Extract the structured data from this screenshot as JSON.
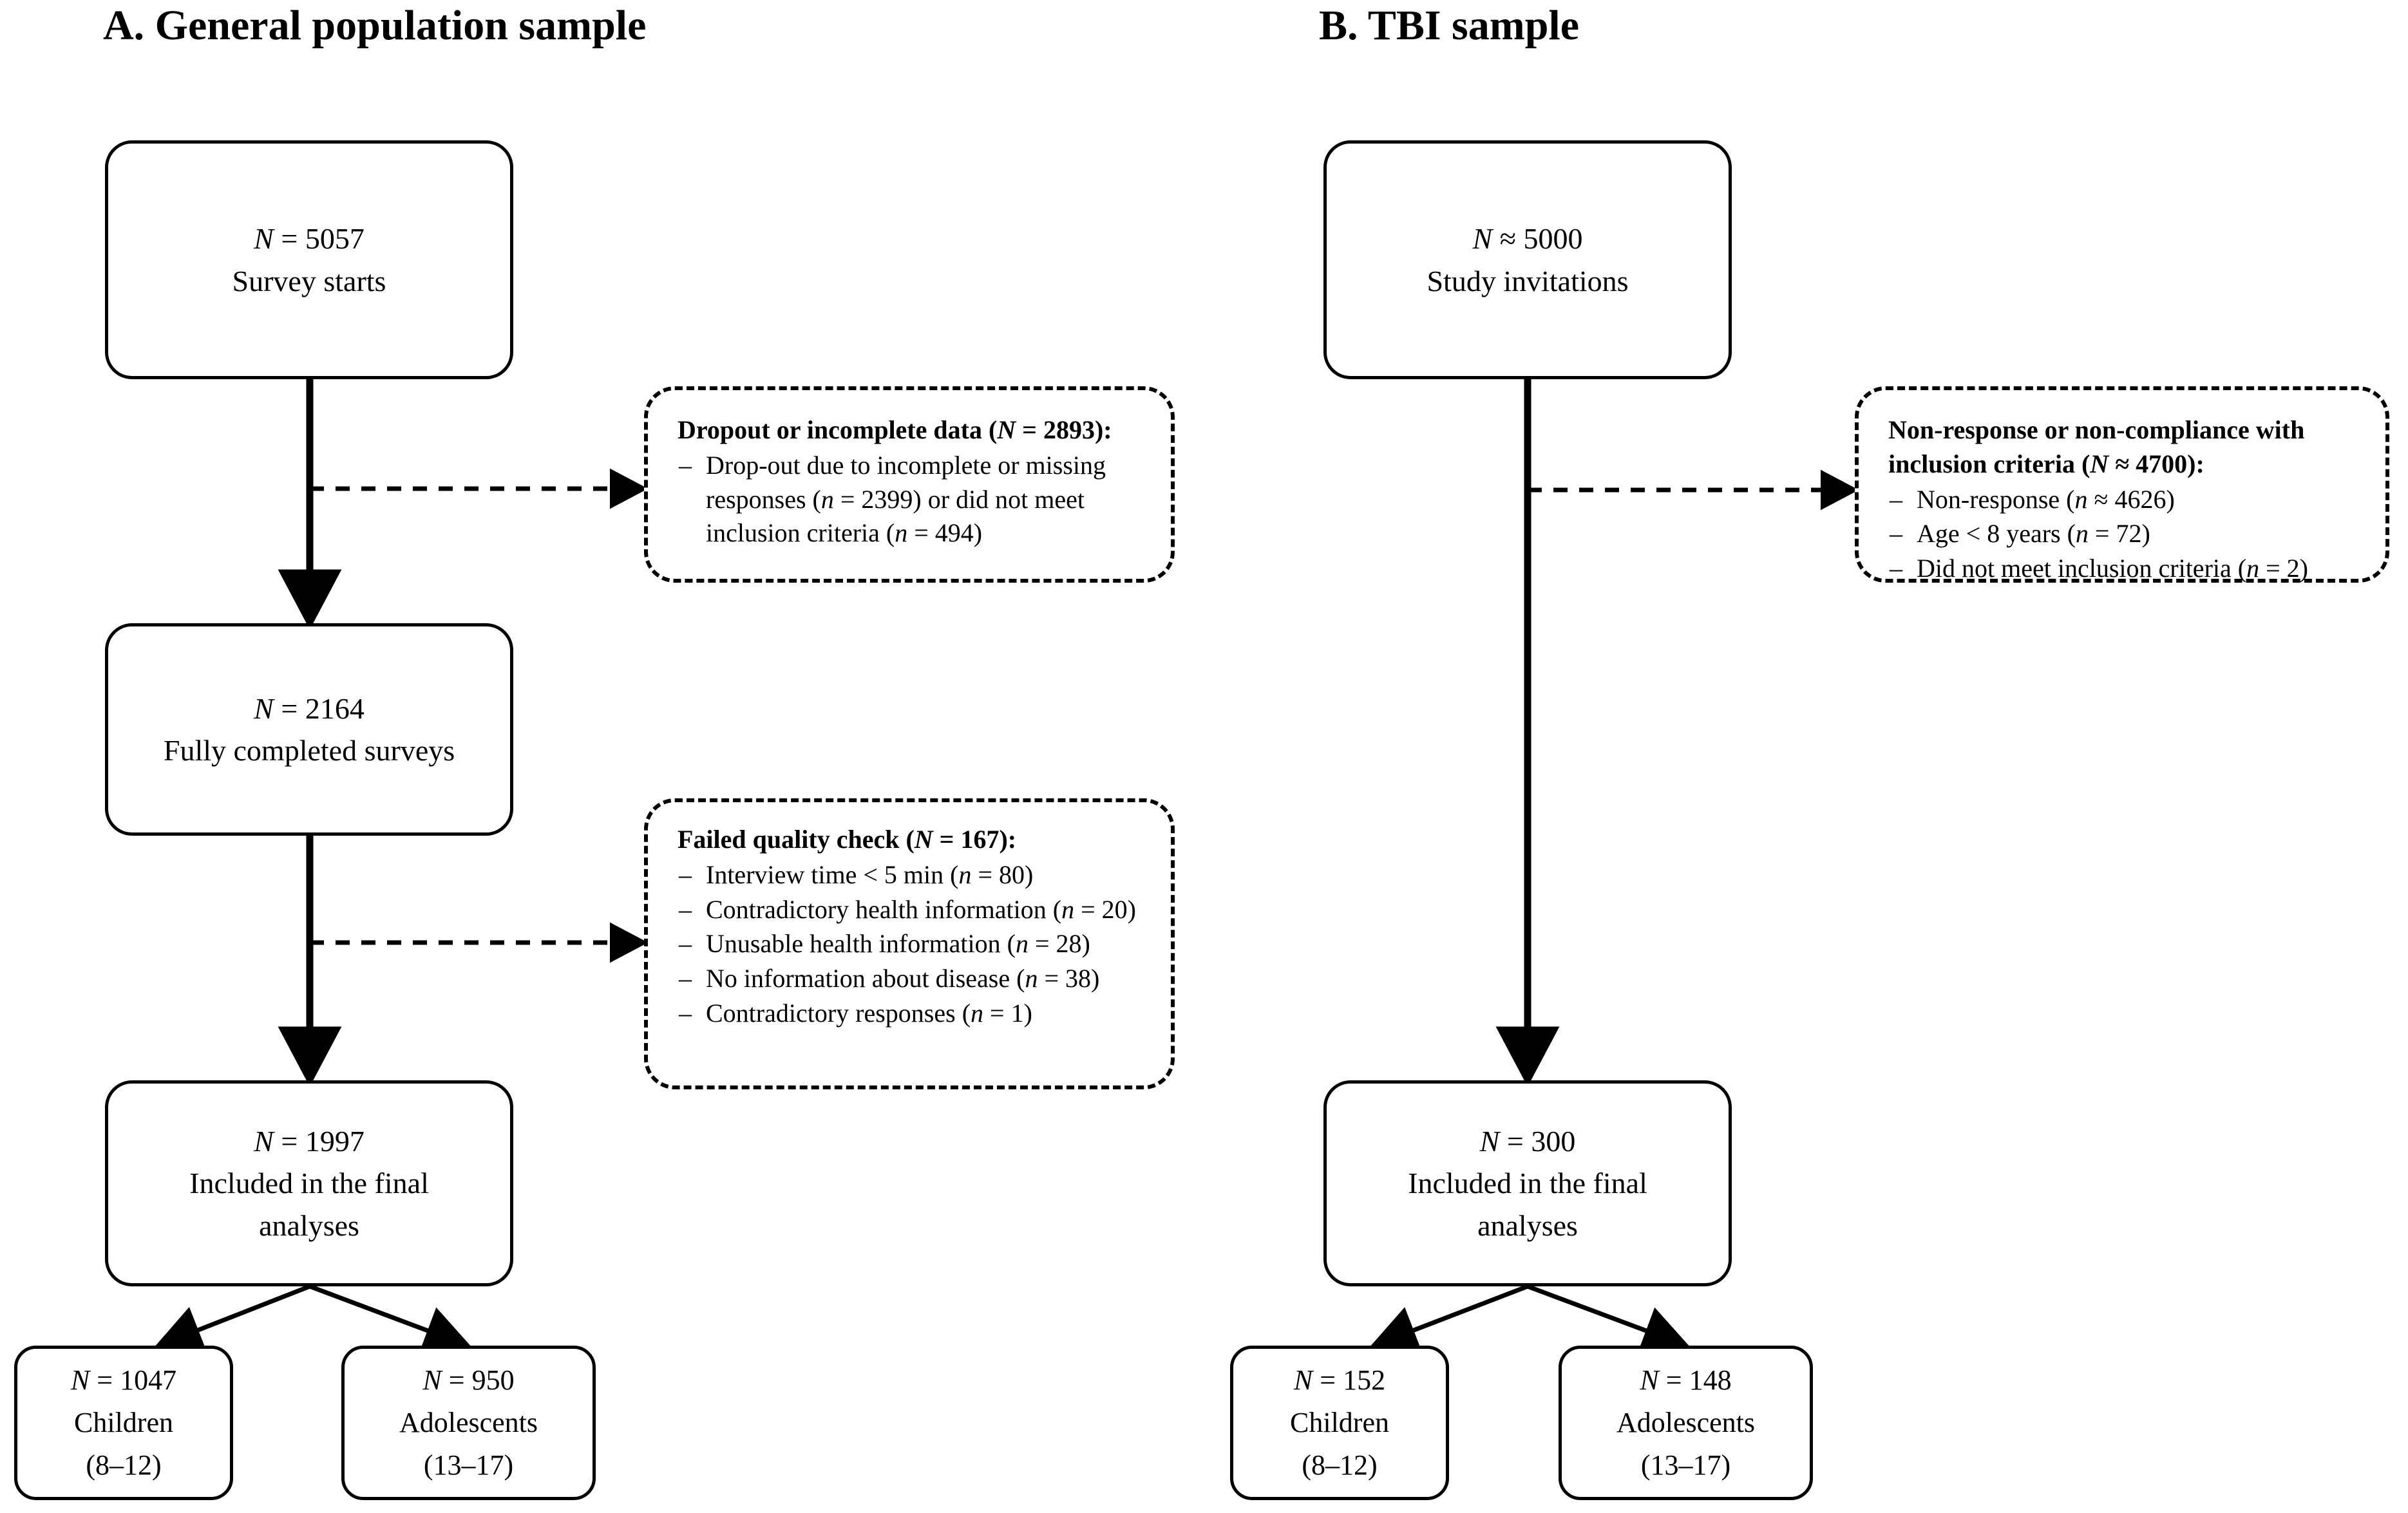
{
  "figure": {
    "type": "flowchart",
    "panels": [
      {
        "id": "A",
        "title": "A. General population sample",
        "nodes": [
          {
            "name": "survey-starts",
            "line1_n": "N",
            "line1_op": " = ",
            "line1_val": "5057",
            "line2": "Survey starts"
          },
          {
            "name": "fully-completed-surveys",
            "line1_n": "N",
            "line1_op": " = ",
            "line1_val": "2164",
            "line2": "Fully completed surveys"
          },
          {
            "name": "included-final-analyses",
            "line1_n": "N",
            "line1_op": " = ",
            "line1_val": "1997",
            "line2": "Included in the final",
            "line3": "analyses"
          },
          {
            "name": "children-group",
            "line1_n": "N",
            "line1_op": " = ",
            "line1_val": "1047",
            "line2": "Children",
            "line3": "(8–12)"
          },
          {
            "name": "adolescents-group",
            "line1_n": "N",
            "line1_op": " = ",
            "line1_val": "950",
            "line2": "Adolescents",
            "line3": "(13–17)"
          }
        ],
        "exclusions": [
          {
            "name": "dropout-incomplete-data",
            "head_text": "Dropout or incomplete data",
            "head_n": "N",
            "head_op": " = ",
            "head_val": "2893",
            "head_suffix": "):",
            "items": [
              {
                "text_a": "Drop-out due to incomplete or missing responses (",
                "n": "n",
                "op": " = ",
                "val": "2399",
                "text_b": ") or did not meet inclusion criteria (",
                "n2": "n",
                "op2": " = ",
                "val2": "494",
                "text_c": ")"
              }
            ]
          },
          {
            "name": "failed-quality-check",
            "head_text": "Failed quality check",
            "head_n": "N",
            "head_op": " = ",
            "head_val": "167",
            "head_suffix": "):",
            "items": [
              {
                "text_a": "Interview time < 5 min (",
                "n": "n",
                "op": " = ",
                "val": "80",
                "text_b": ")"
              },
              {
                "text_a": "Contradictory health information  (",
                "n": "n",
                "op": " = ",
                "val": "20",
                "text_b": ")"
              },
              {
                "text_a": "Unusable health information (",
                "n": "n",
                "op": " = ",
                "val": "28",
                "text_b": ")"
              },
              {
                "text_a": "No information about disease (",
                "n": "n",
                "op": " = ",
                "val": "38",
                "text_b": ")"
              },
              {
                "text_a": "Contradictory responses (",
                "n": "n",
                "op": " = ",
                "val": "1",
                "text_b": ")"
              }
            ]
          }
        ]
      },
      {
        "id": "B",
        "title": "B. TBI sample",
        "nodes": [
          {
            "name": "study-invitations",
            "line1_n": "N",
            "line1_op": " ≈ ",
            "line1_val": "5000",
            "line2": "Study invitations"
          },
          {
            "name": "included-final-analyses",
            "line1_n": "N",
            "line1_op": " = ",
            "line1_val": "300",
            "line2": "Included in the final",
            "line3": "analyses"
          },
          {
            "name": "children-group",
            "line1_n": "N",
            "line1_op": " = ",
            "line1_val": "152",
            "line2": "Children",
            "line3": "(8–12)"
          },
          {
            "name": "adolescents-group",
            "line1_n": "N",
            "line1_op": " = ",
            "line1_val": "148",
            "line2": "Adolescents",
            "line3": "(13–17)"
          }
        ],
        "exclusions": [
          {
            "name": "non-response-non-compliance",
            "head_text": "Non-response or non-compliance with inclusion criteria",
            "head_n": "N",
            "head_op": " ≈ ",
            "head_val": "4700",
            "head_suffix": "):",
            "items": [
              {
                "text_a": "Non-response (",
                "n": "n",
                "op": " ≈ ",
                "val": "4626",
                "text_b": ")"
              },
              {
                "text_a": "Age < 8 years (",
                "n": "n",
                "op": " = ",
                "val": "72",
                "text_b": ")"
              },
              {
                "text_a": "Did not meet inclusion criteria (",
                "n": "n",
                "op": " = ",
                "val": "2",
                "text_b": ")"
              }
            ]
          }
        ]
      }
    ],
    "bullet_dash": "–",
    "colors": {
      "stroke": "#000000",
      "background": "#ffffff"
    }
  }
}
